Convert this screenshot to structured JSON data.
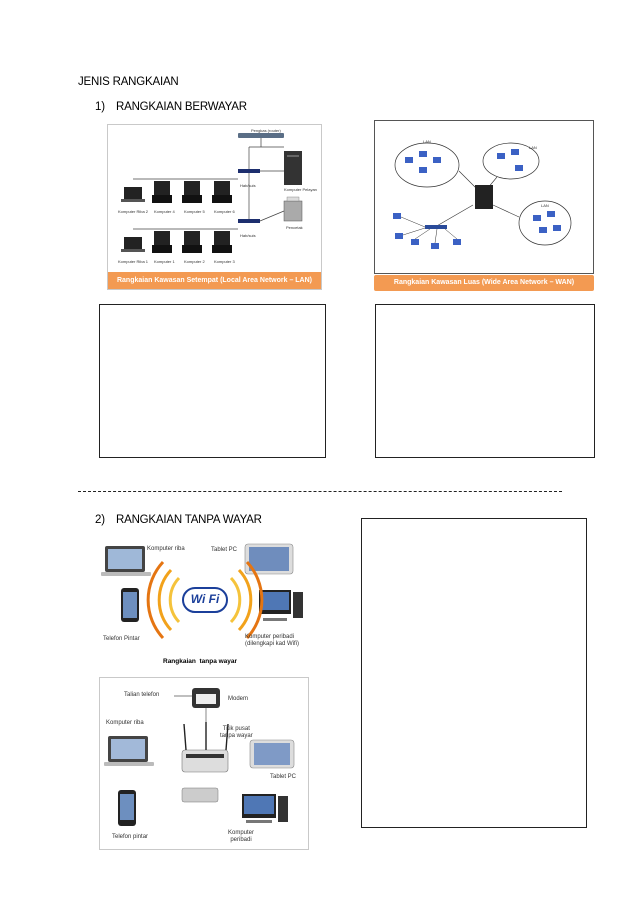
{
  "heading": "JENIS RANGKAIAN",
  "section1": {
    "number": "1)",
    "title": "RANGKAIAN BERWAYAR",
    "lan": {
      "caption": "Rangkaian Kawasan Setempat (Local Area Network – LAN)",
      "labels": {
        "peripheral": "Pengkas (router)",
        "hub1": "Hab/suis",
        "hub2": "Hab/suis",
        "server": "Komputer Pelayan",
        "printer": "Pencetak",
        "laptop_top": "Komputer Riba 2",
        "pc4": "Komputer 4",
        "pc5": "Komputer 5",
        "pc6": "Komputer 6",
        "laptop_bottom": "Komputer Riba 1",
        "pc1": "Komputer 1",
        "pc2": "Komputer 2",
        "pc3": "Komputer 3"
      }
    },
    "wan": {
      "caption": "Rangkaian Kawasan Luas (Wide Area Network – WAN)",
      "lan_labels": [
        "LAN",
        "LAN",
        "LAN"
      ]
    }
  },
  "section2": {
    "number": "2)",
    "title": "RANGKAIAN TANPA WAYAR",
    "wifi_diagram": {
      "laptop": "Komputer riba",
      "tablet": "Tablet PC",
      "wifi_logo": "Wi Fi",
      "phone": "Telefon Pintar",
      "desktop_line1": "Komputer peribadi",
      "desktop_line2": "(dilengkapi kad Wifi)",
      "caption": "Rangkaian  tanpa wayar"
    },
    "access_diagram": {
      "phone_line": "Talian telefon",
      "modem": "Modem",
      "laptop": "Komputer riba",
      "ap_line1": "Titik pusat",
      "ap_line2": "tanpa wayar",
      "tablet": "Tablet PC",
      "phone": "Telefon pintar",
      "pc_line1": "Komputer",
      "pc_line2": "peribadi"
    }
  },
  "colors": {
    "caption_orange": "#f39a52",
    "wifi_text": "#1b3f9a",
    "arc_orange": "#f2a21b"
  }
}
